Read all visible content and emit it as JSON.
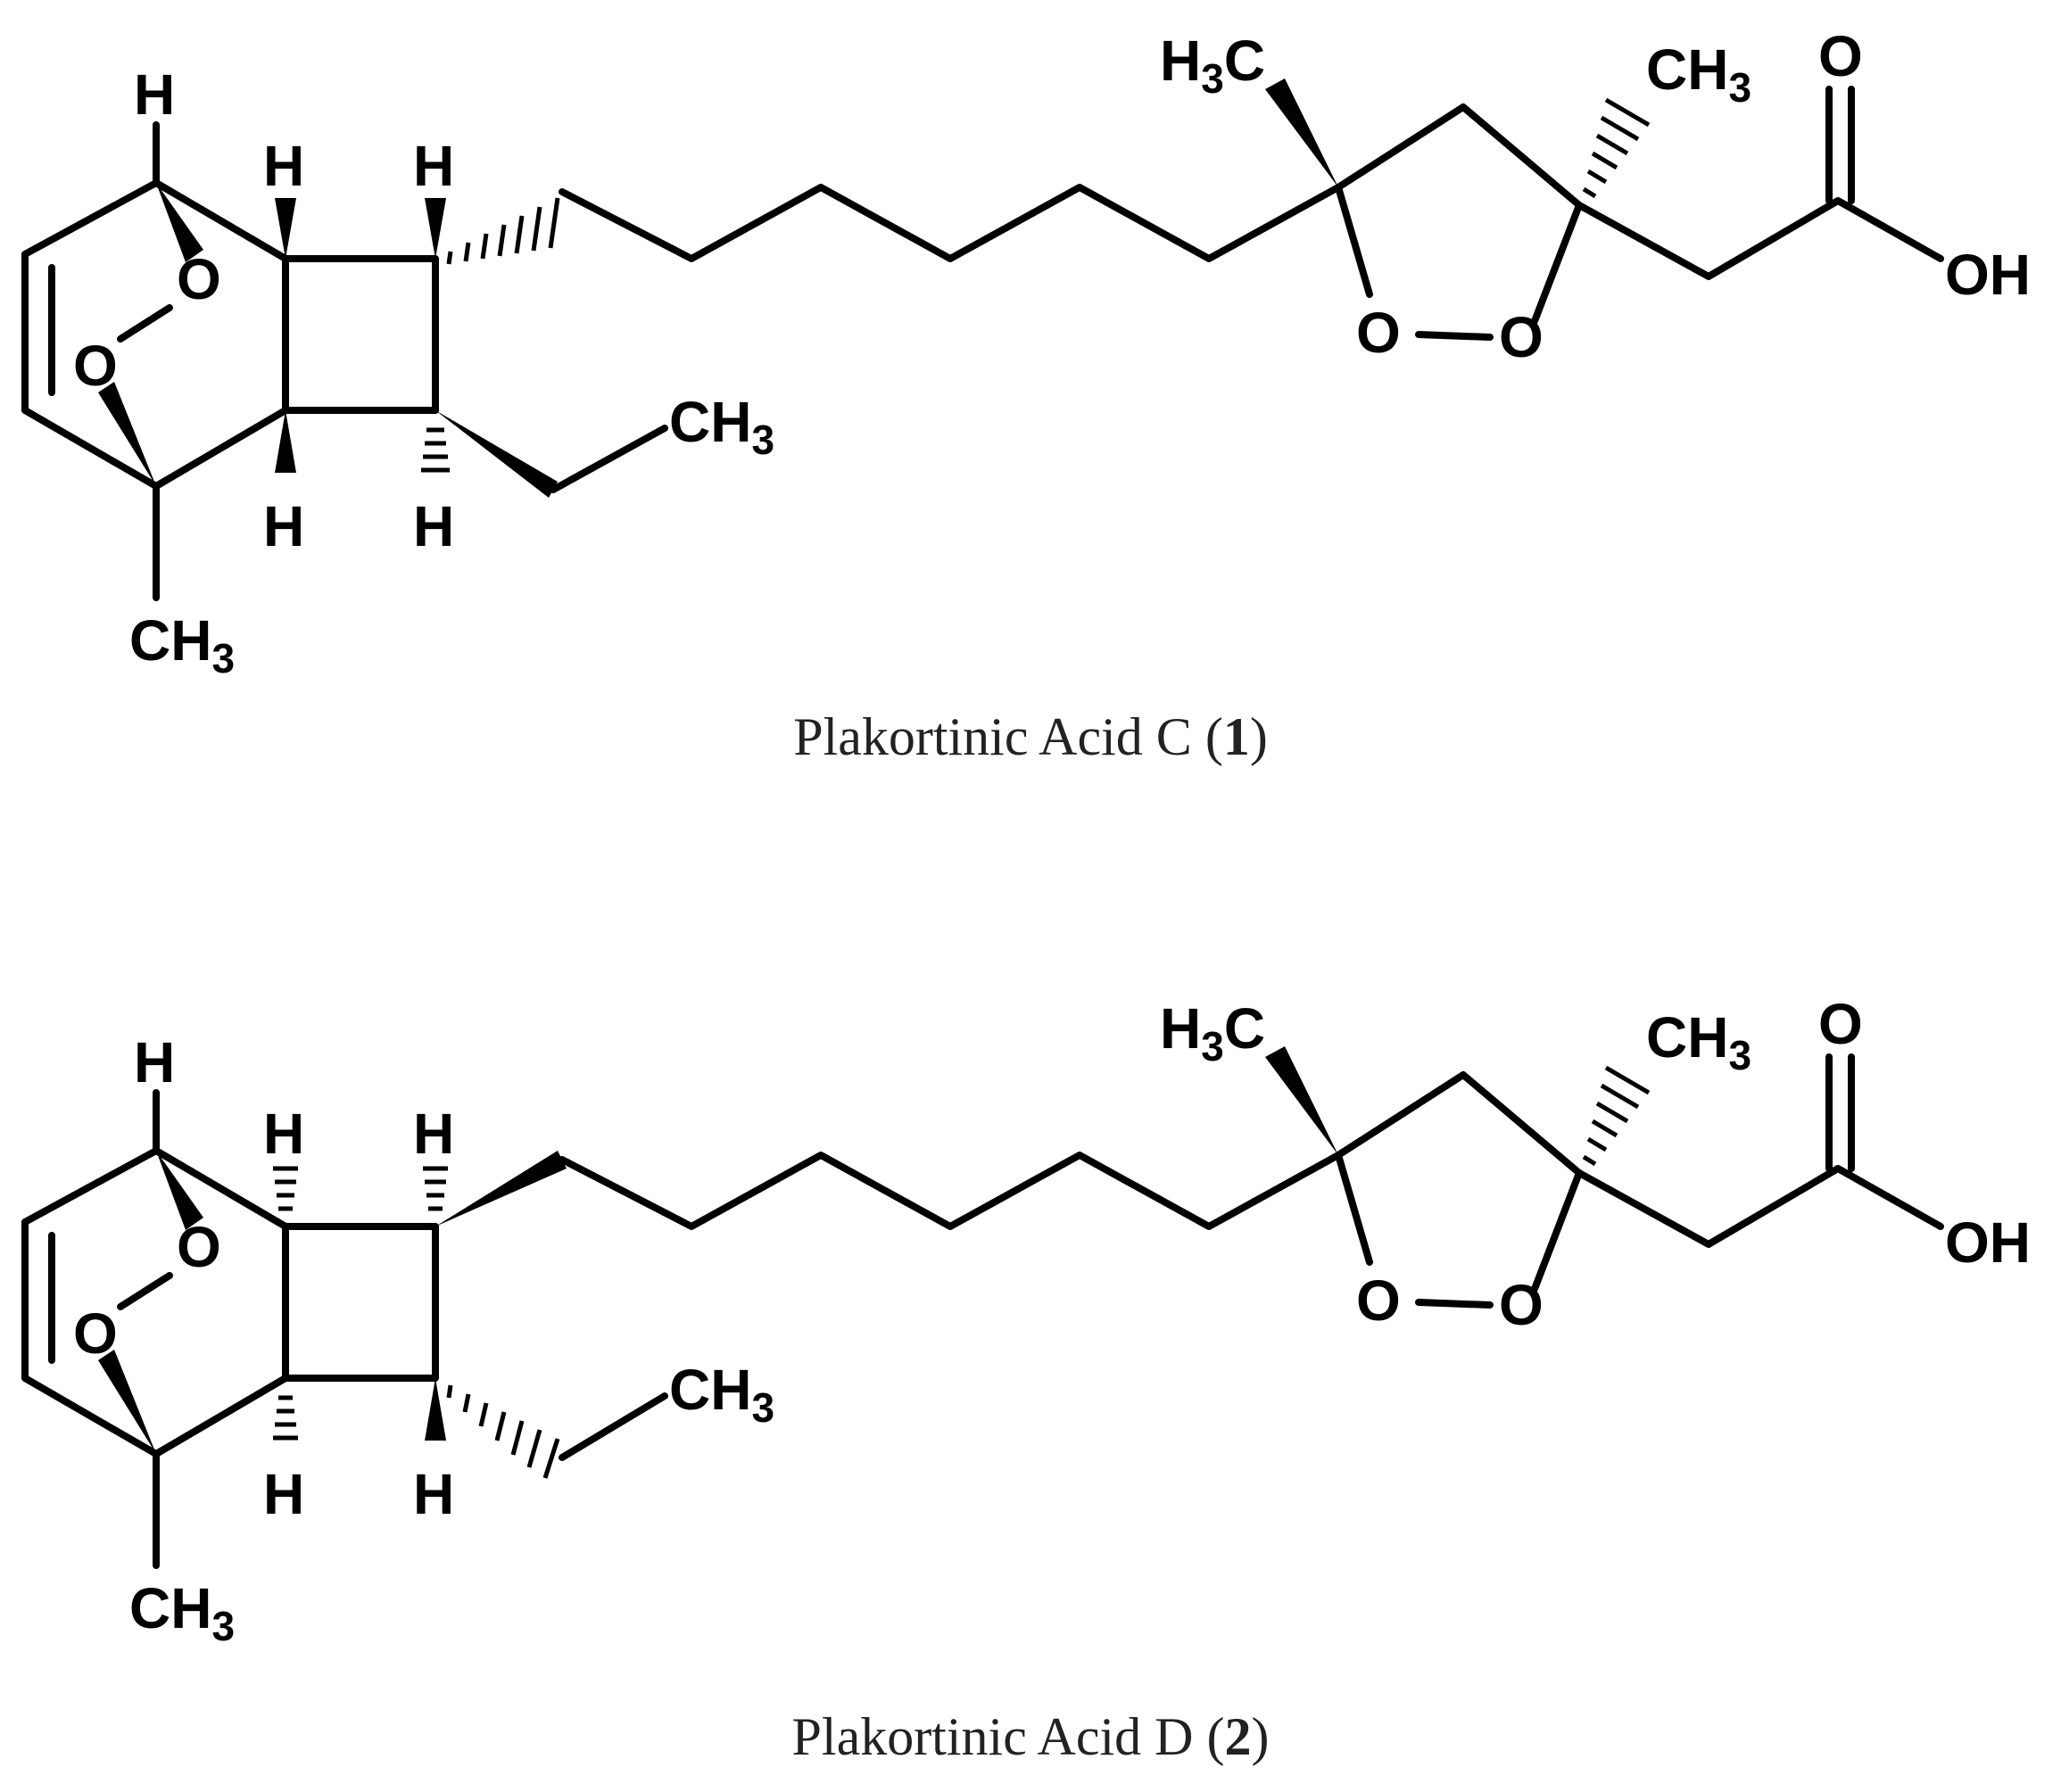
{
  "figure": {
    "structures": [
      {
        "caption": {
          "name": "Plakortinic Acid C",
          "open": " (",
          "number": "1",
          "close": ")"
        },
        "labels": {
          "h_bridge": "H",
          "h_ring_tl": "H",
          "h_ring_tr": "H",
          "h_ring_bl": "H",
          "h_ring_br": "H",
          "o1": "O",
          "o2": "O",
          "ch3_bottom": "CH",
          "ch3_bottom_sub": "3",
          "ethyl": "CH",
          "ethyl_sub": "3",
          "h3c": "H",
          "h3c_sub": "3",
          "h3c_c": "C",
          "ch3_right": "CH",
          "ch3_right_sub": "3",
          "o_ring1": "O",
          "o_ring2": "O",
          "o_carbonyl": "O",
          "oh": "OH"
        }
      },
      {
        "caption": {
          "name": "Plakortinic Acid D",
          "open": " (",
          "number": "2",
          "close": ")"
        },
        "labels": {
          "h_bridge": "H",
          "h_ring_tl": "H",
          "h_ring_tr": "H",
          "h_ring_bl": "H",
          "h_ring_br": "H",
          "o1": "O",
          "o2": "O",
          "ch3_bottom": "CH",
          "ch3_bottom_sub": "3",
          "ethyl": "CH",
          "ethyl_sub": "3",
          "h3c": "H",
          "h3c_sub": "3",
          "h3c_c": "C",
          "ch3_right": "CH",
          "ch3_right_sub": "3",
          "o_ring1": "O",
          "o_ring2": "O",
          "o_carbonyl": "O",
          "oh": "OH"
        }
      }
    ]
  }
}
